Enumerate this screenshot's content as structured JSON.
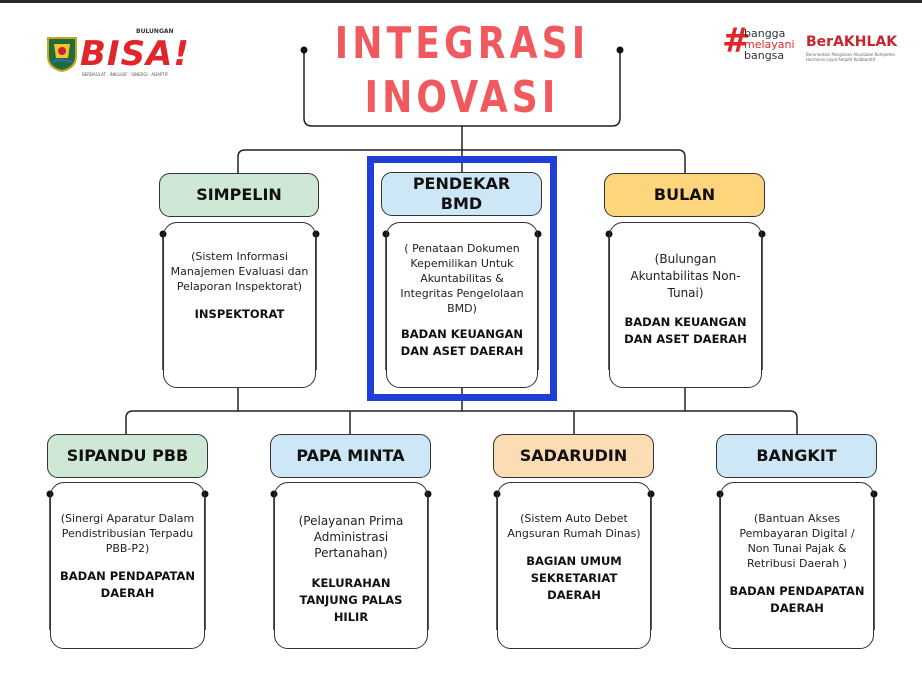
{
  "title": {
    "line1": "INTEGRASI",
    "line2": "INOVASI"
  },
  "logo_left": {
    "text": "BISA!",
    "sup": "BULUNGAN",
    "tagline": "BERDAULAT · INKLUSIF · SINERGI · ADAPTIF"
  },
  "logo_right": {
    "line1": "bangga",
    "line2": "melayani",
    "line3": "bangsa",
    "brand": "BerAKHLAK",
    "brand_sub": "Berorientasi Pelayanan Akuntabel Kompeten Harmonis Loyal Adaptif Kolaboratif"
  },
  "colors": {
    "title": "#f05a5f",
    "highlight": "#1f3fd6",
    "green": "#cfe8d6",
    "blue": "#cde7f6",
    "yellow": "#fdd57a",
    "peach": "#fbdcb5"
  },
  "row1": [
    {
      "name": "SIMPELIN",
      "desc": "(Sistem Informasi Manajemen Evaluasi dan Pelaporan Inspektorat)",
      "org": "INSPEKTORAT"
    },
    {
      "name": "PENDEKAR BMD",
      "desc": "( Penataan Dokumen Kepemilikan Untuk Akuntabilitas & Integritas Pengelolaan BMD)",
      "org": "BADAN KEUANGAN DAN ASET DAERAH"
    },
    {
      "name": "BULAN",
      "desc": "(Bulungan Akuntabilitas Non-Tunai)",
      "org": "BADAN KEUANGAN DAN ASET DAERAH"
    }
  ],
  "row2": [
    {
      "name": "SIPANDU PBB",
      "desc": "(Sinergi Aparatur Dalam Pendistribusian Terpadu PBB-P2)",
      "org": "BADAN PENDAPATAN DAERAH"
    },
    {
      "name": "PAPA MINTA",
      "desc": "(Pelayanan Prima Administrasi Pertanahan)",
      "org": "KELURAHAN TANJUNG PALAS HILIR"
    },
    {
      "name": "SADARUDIN",
      "desc": "(Sistem Auto Debet Angsuran Rumah Dinas)",
      "org": "BAGIAN UMUM SEKRETARIAT DAERAH"
    },
    {
      "name": "BANGKIT",
      "desc": "(Bantuan Akses Pembayaran Digital / Non Tunai Pajak & Retribusi Daerah )",
      "org": "BADAN PENDAPATAN DAERAH"
    }
  ]
}
